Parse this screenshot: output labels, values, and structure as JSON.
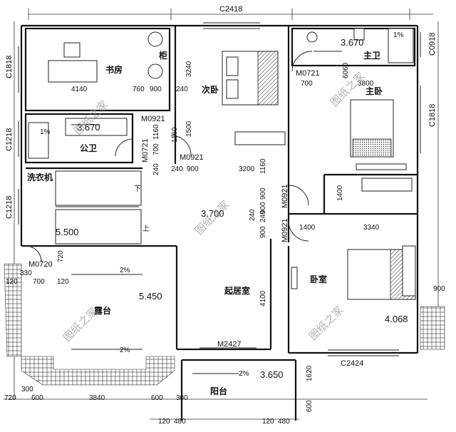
{
  "rooms": {
    "study": "书房",
    "second_bedroom": "次卧",
    "master_bath": "主卫",
    "master_bedroom": "主卧",
    "public_bath": "公卫",
    "washer": "洗衣机",
    "living": "起居室",
    "bedroom": "卧室",
    "terrace": "露台",
    "balcony": "阳台",
    "cabinet": "柜"
  },
  "windows": {
    "top": "C2418",
    "left_1": "C1818",
    "left_2": "C1218",
    "left_3": "C1218",
    "right_1": "C0918",
    "right_2": "C1818",
    "bottom": "C2424"
  },
  "doors": {
    "d1": "M0921",
    "d2": "M0721",
    "d3": "M0921",
    "d4": "M0921",
    "d5": "M0921",
    "d6": "M0721",
    "d7": "M0720",
    "d8": "M2427"
  },
  "elevations": {
    "master_bath": "3.670",
    "public_bath": "3.670",
    "living": "3.700",
    "stair": "5.500",
    "terrace": "5.450",
    "balcony": "3.650",
    "right": "4.068"
  },
  "slopes": {
    "s1": "1%",
    "s2": "1%",
    "s3": "2%",
    "s4": "2%",
    "s5": "2%"
  },
  "stair": {
    "down": "下",
    "up": "上"
  },
  "dims": {
    "d4140": "4140",
    "d760": "760",
    "d900a": "900",
    "d240a": "240",
    "d3240": "3240",
    "d1500": "1500",
    "d3800": "3800",
    "d700a": "700",
    "d6060": "6060",
    "d1160a": "1160",
    "d700b": "700",
    "d1160b": "1160",
    "d240b": "240",
    "d240c": "240",
    "d900b": "900",
    "d3200": "3200",
    "d1160c": "1160",
    "d900c": "900",
    "d1400a": "1400",
    "d240d": "240",
    "d900d": "900",
    "d1400b": "1400",
    "d3340": "3340",
    "d900e": "900",
    "d240e": "240",
    "d720a": "720",
    "d330": "330",
    "d120a": "120",
    "d700c": "700",
    "d120b": "120",
    "d4100": "4100",
    "d900f": "900",
    "d720b": "720",
    "d600a": "600",
    "d3840": "3840",
    "d600b": "600",
    "d300a": "300",
    "d300b": "300",
    "d1620": "1620",
    "d600c": "600",
    "d120c": "120",
    "d480a": "480",
    "d120d": "120",
    "d480b": "480"
  },
  "watermark": "图纸之家"
}
